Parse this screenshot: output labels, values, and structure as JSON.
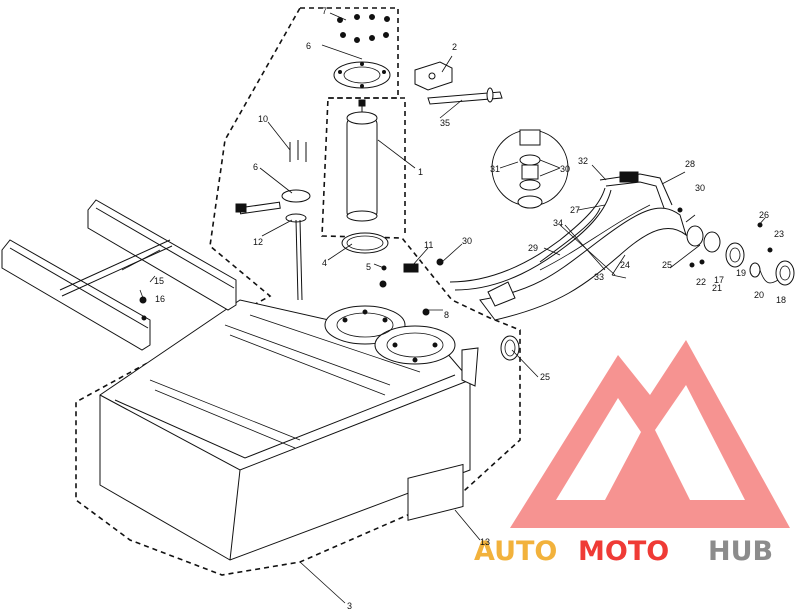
{
  "callouts": [
    "1",
    "2",
    "3",
    "4",
    "5",
    "6",
    "7",
    "8",
    "10",
    "11",
    "12",
    "13",
    "15",
    "16",
    "17",
    "18",
    "19",
    "20",
    "21",
    "22",
    "23",
    "24",
    "25",
    "26",
    "27",
    "28",
    "29",
    "30",
    "31",
    "32",
    "33",
    "34",
    "35"
  ],
  "watermark": {
    "word_auto": "AUTO",
    "word_moto": "MOTO",
    "word_hub": "HUB",
    "color_orange": "#f2b23c",
    "color_red": "#ef3b36",
    "color_gray": "#8c8c8c"
  }
}
